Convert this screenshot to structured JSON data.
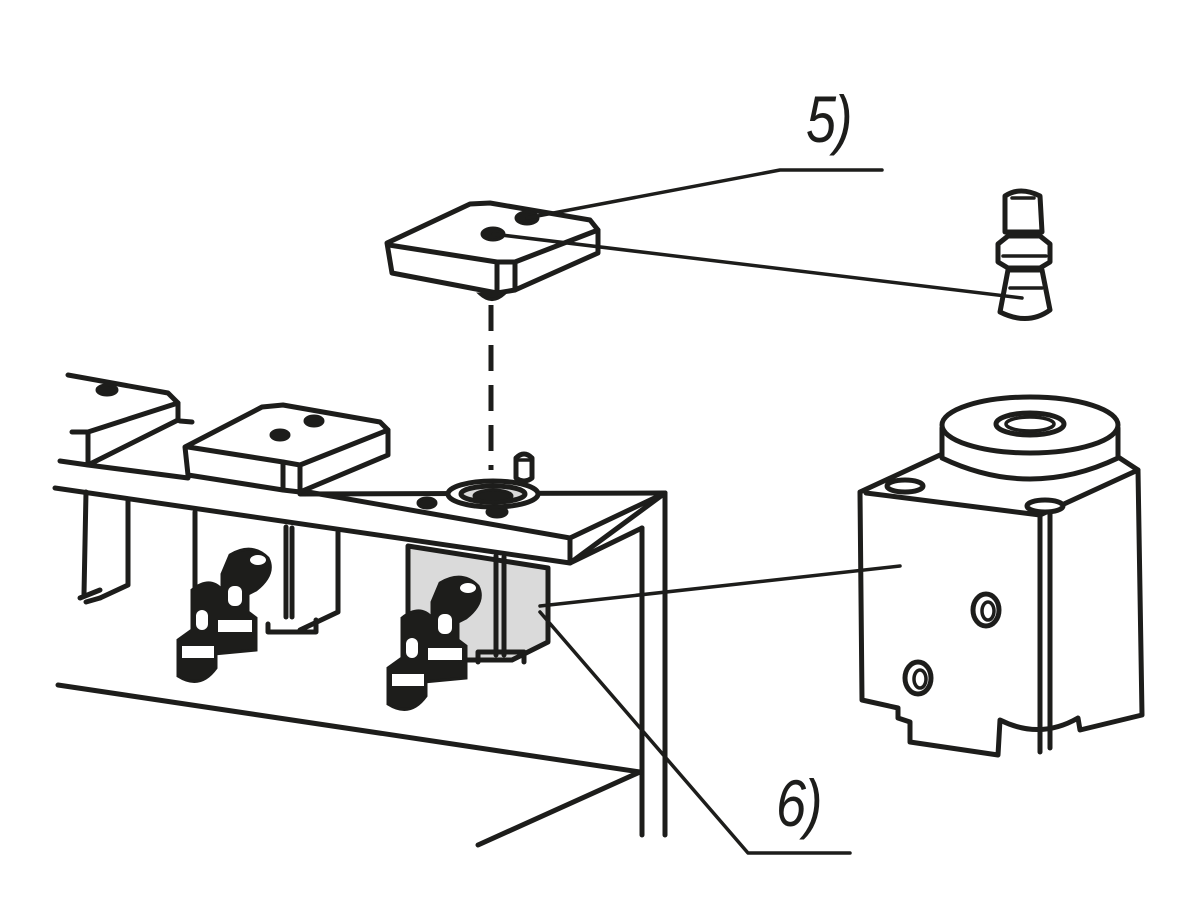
{
  "diagram": {
    "type": "exploded assembly line drawing",
    "callouts": [
      {
        "id": "5",
        "label": "5)",
        "refers_to": "top plate and pull stud"
      },
      {
        "id": "6",
        "label": "6)",
        "refers_to": "clamping module"
      }
    ],
    "colors": {
      "line": "#1d1d1b",
      "highlight_fill": "#dadada",
      "background": "#ffffff"
    }
  }
}
